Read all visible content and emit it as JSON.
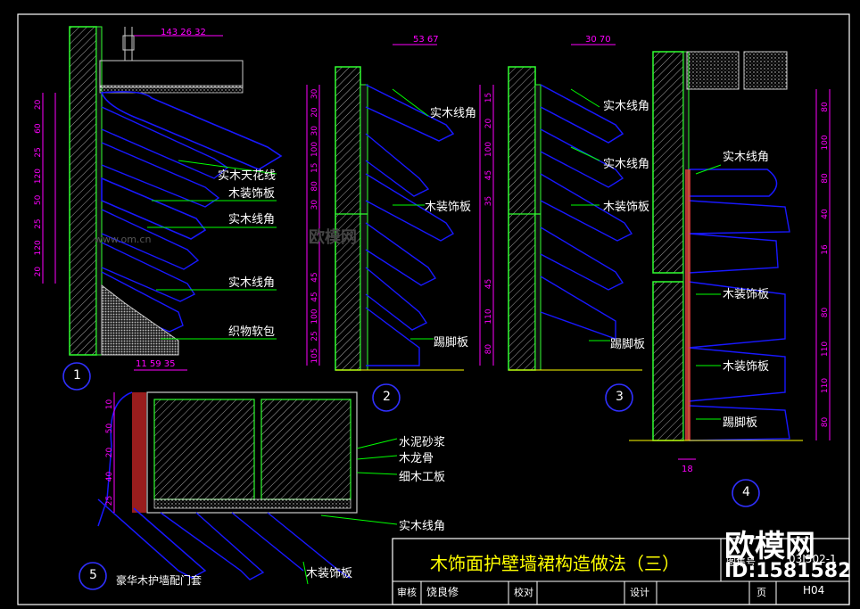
{
  "drawing": {
    "title": "木饰面护壁墙裙构造做法（三）",
    "atlas_label": "图集号",
    "atlas_no": "03J502-1",
    "review_label": "审核",
    "reviewer": "饶良修",
    "check_label": "校对",
    "design_label": "设计",
    "page_label": "页",
    "page_no": "H04"
  },
  "labels": {
    "ceiling_line": "实木天花线",
    "panel": "木装饰板",
    "corner": "实木线角",
    "fabric": "织物软包",
    "skirting": "踢脚板",
    "cement": "水泥砂浆",
    "keel": "木龙骨",
    "plywood": "细木工板"
  },
  "details": {
    "d1": "1",
    "d2": "2",
    "d3": "3",
    "d4": "4",
    "d5": "5",
    "d5_caption": "豪华木护墙配门套"
  },
  "dims": {
    "d1_top": "143  26 32",
    "d1_left": [
      "20",
      "60",
      "25",
      "120",
      "50",
      "25",
      "120",
      "20"
    ],
    "d2_top": "53 67",
    "d2_left": [
      "30",
      "20",
      "30",
      "100",
      "15",
      "80",
      "30"
    ],
    "d2_left_low": [
      "45",
      "45",
      "100",
      "25",
      "105"
    ],
    "d3_top": "30 70",
    "d3_left": [
      "15",
      "20",
      "100",
      "45",
      "35"
    ],
    "d3_left_low": [
      "45",
      "110",
      "80"
    ],
    "d4_right": [
      "80",
      "100",
      "80",
      "40",
      "16"
    ],
    "d4_right_low": [
      "80",
      "110",
      "110",
      "80"
    ],
    "d5_top": "11 59 35",
    "d5_left": [
      "10",
      "50",
      "20",
      "40",
      "25"
    ],
    "d4_bottom": "18"
  },
  "watermark": {
    "brand": "欧模网",
    "site": "www.om.cn",
    "id": "ID:1581582"
  },
  "colors": {
    "wall": "#30ff30",
    "line": "#1818ff",
    "leader": "#00ff00",
    "text": "#ffffff",
    "dim": "#ff00ff",
    "circle": "#3030ff",
    "frame": "#ffffff",
    "title": "#ffff00"
  }
}
